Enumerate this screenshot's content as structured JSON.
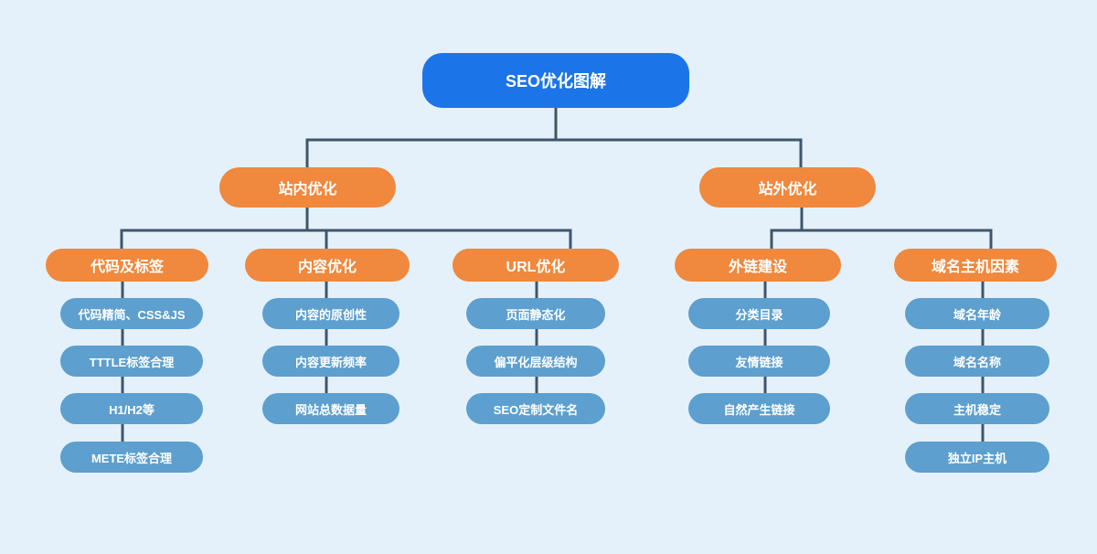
{
  "diagram": {
    "title": "SEO优化图解",
    "root_label": "SEO优化图解",
    "level2": [
      {
        "label": "站内优化"
      },
      {
        "label": "站外优化"
      }
    ],
    "groups": [
      {
        "head": "代码及标签",
        "items": [
          "代码精简、CSS&JS",
          "TTTLE标签合理",
          "H1/H2等",
          "METE标签合理"
        ]
      },
      {
        "head": "内容优化",
        "items": [
          "内容的原创性",
          "内容更新频率",
          "网站总数据量"
        ]
      },
      {
        "head": "URL优化",
        "items": [
          "页面静态化",
          "偏平化层级结构",
          "SEO定制文件名"
        ]
      },
      {
        "head": "外链建设",
        "items": [
          "分类目录",
          "友情链接",
          "自然产生链接"
        ]
      },
      {
        "head": "域名主机因素",
        "items": [
          "域名年龄",
          "域名名称",
          "主机稳定",
          "独立IP主机"
        ]
      }
    ],
    "colors": {
      "background": "#e4f1fb",
      "root_node": "#1c75e8",
      "branch_node": "#f0883d",
      "leaf_node": "#5d9fce",
      "connector": "#3e566b",
      "text": "#ffffff"
    }
  }
}
